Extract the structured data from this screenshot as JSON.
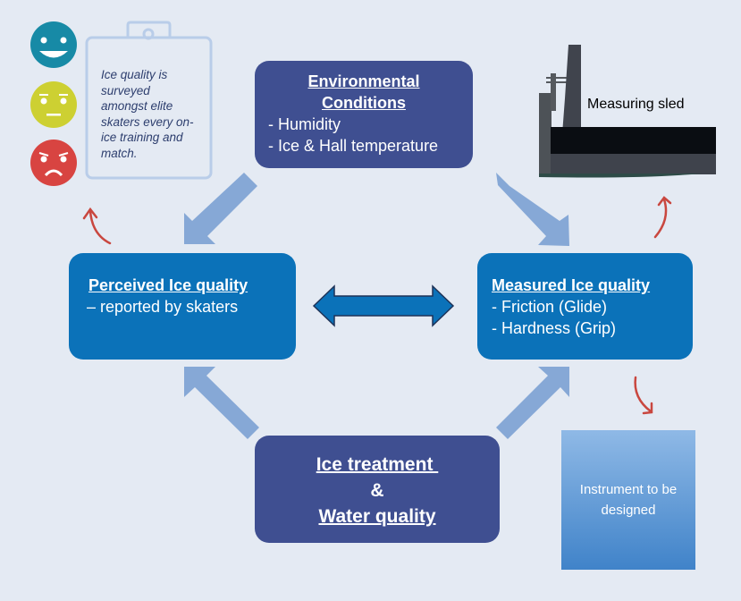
{
  "colors": {
    "background": "#e4eaf3",
    "dark_box": "#3f4f91",
    "mid_box": "#0b72b9",
    "flow_arrow": "#86a8d6",
    "red_arrow": "#c9473f",
    "happy_face": "#178aa6",
    "neutral_face": "#cdd032",
    "sad_face": "#d84441"
  },
  "survey": {
    "text": "Ice quality is surveyed amongst elite skaters every on-ice training and match."
  },
  "environmental": {
    "title_line1": "Environmental",
    "title_line2": "Conditions",
    "items": [
      "- Humidity",
      "- Ice & Hall temperature"
    ]
  },
  "perceived": {
    "title": "Perceived Ice quality",
    "subtitle": "– reported by skaters"
  },
  "measured": {
    "title": "Measured Ice quality",
    "items": [
      "- Friction (Glide)",
      "- Hardness (Grip)"
    ]
  },
  "treatment": {
    "line1": "Ice treatment ",
    "line2": "&",
    "line3": "Water quality"
  },
  "sled": {
    "label": "Measuring sled"
  },
  "instrument": {
    "line1": "Instrument to be",
    "line2": "designed"
  }
}
